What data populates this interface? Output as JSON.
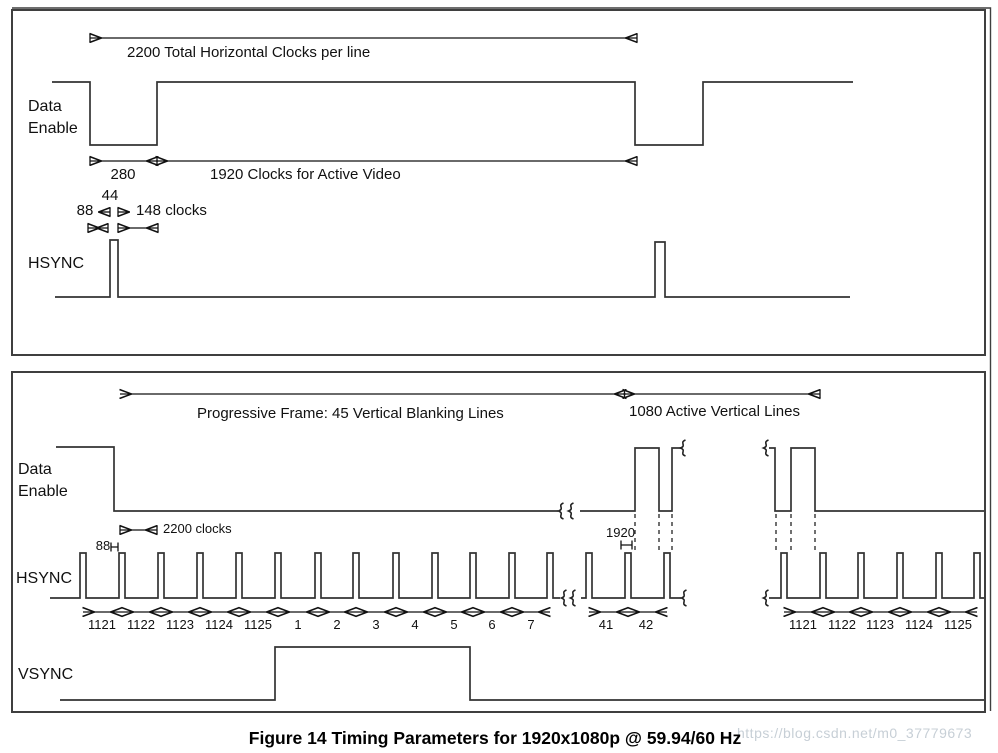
{
  "figure": {
    "caption": "Figure 14 Timing Parameters for 1920x1080p @ 59.94/60 Hz",
    "watermark": "https://blog.csdn.net/m0_37779673"
  },
  "colors": {
    "line": "#333333",
    "border": "#3f3f3f",
    "text": "#111111",
    "watermark": "#c7cfd6"
  },
  "horizontal_timing": {
    "total_label": "2200 Total Horizontal Clocks per line",
    "signal_data_enable_1": "Data",
    "signal_data_enable_2": "Enable",
    "blanking_label": "280",
    "active_label": "1920 Clocks for Active Video",
    "sync_width_label": "44",
    "front_porch_label": "88",
    "back_porch_label": "148 clocks",
    "signal_hsync": "HSYNC"
  },
  "vertical_timing": {
    "blanking_label": "Progressive Frame: 45 Vertical Blanking Lines",
    "active_label": "1080 Active Vertical Lines",
    "signal_data_enable_1": "Data",
    "signal_data_enable_2": "Enable",
    "line_clocks_label": "2200 clocks",
    "hsync_delay_label": "88",
    "active_clocks_label": "1920",
    "signal_hsync": "HSYNC",
    "signal_vsync": "VSYNC",
    "line_numbers_left": [
      "1121",
      "1122",
      "1123",
      "1124",
      "1125",
      "1",
      "2",
      "3",
      "4",
      "5",
      "6",
      "7"
    ],
    "line_numbers_mid": [
      "41",
      "42"
    ],
    "line_numbers_right": [
      "1121",
      "1122",
      "1123",
      "1124",
      "1125"
    ]
  }
}
